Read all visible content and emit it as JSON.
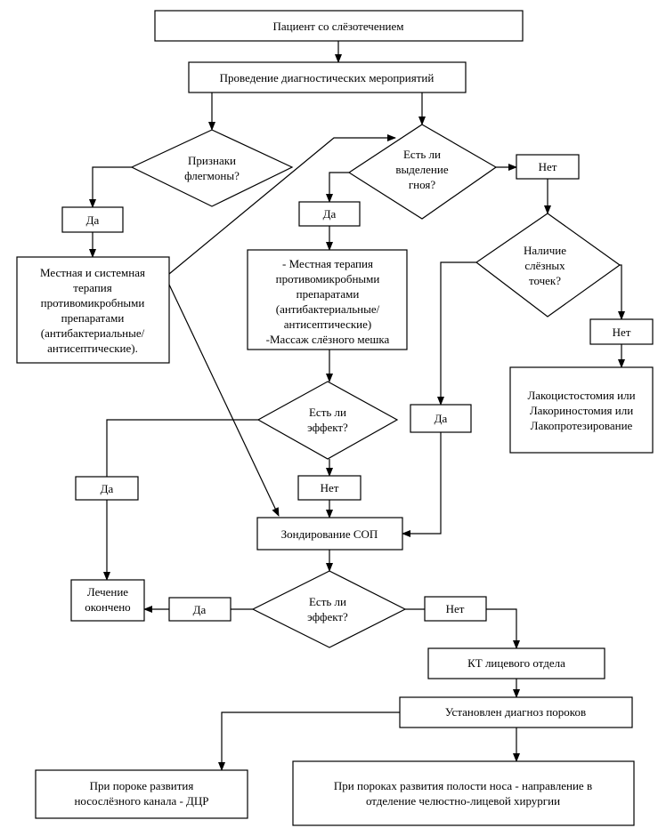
{
  "colors": {
    "line": "#000000",
    "fill": "#ffffff",
    "text": "#000000"
  },
  "nodes": {
    "start": "Пациент со слёзотечением",
    "diag": "Проведение диагностических мероприятий",
    "phlegmon_q": "Признаки флегмоны?",
    "pus_q": "Есть ли выделение гноя?",
    "yes1": "Да",
    "no1": "Нет",
    "systemic": "Местная и системная терапия противомикробными препаратами (антибактериальные/ антисептические).",
    "yes2": "Да",
    "local": "- Местная терапия противомикробными препаратами (антибактериальные/ антисептические) -Массаж слёзного мешка",
    "puncta_q": "Наличие слёзных точек?",
    "no2": "Нет",
    "lako": "Лакоцистостомия или Лакориностомия или Лакопротезирование",
    "effect_q1": "Есть ли эффект?",
    "yes3": "Да",
    "yes4": "Да",
    "no3": "Нет",
    "probing": "Зондирование СОП",
    "done": "Лечение окончено",
    "yes5": "Да",
    "effect_q2": "Есть ли эффект?",
    "no4": "Нет",
    "ct": "КТ лицевого отдела",
    "dx": "Установлен диагноз пороков",
    "dcr": "При пороке развития носослёзного канала - ДЦР",
    "nasal": "При пороках развития полости носа - направление в отделение челюстно-лицевой хирургии"
  }
}
